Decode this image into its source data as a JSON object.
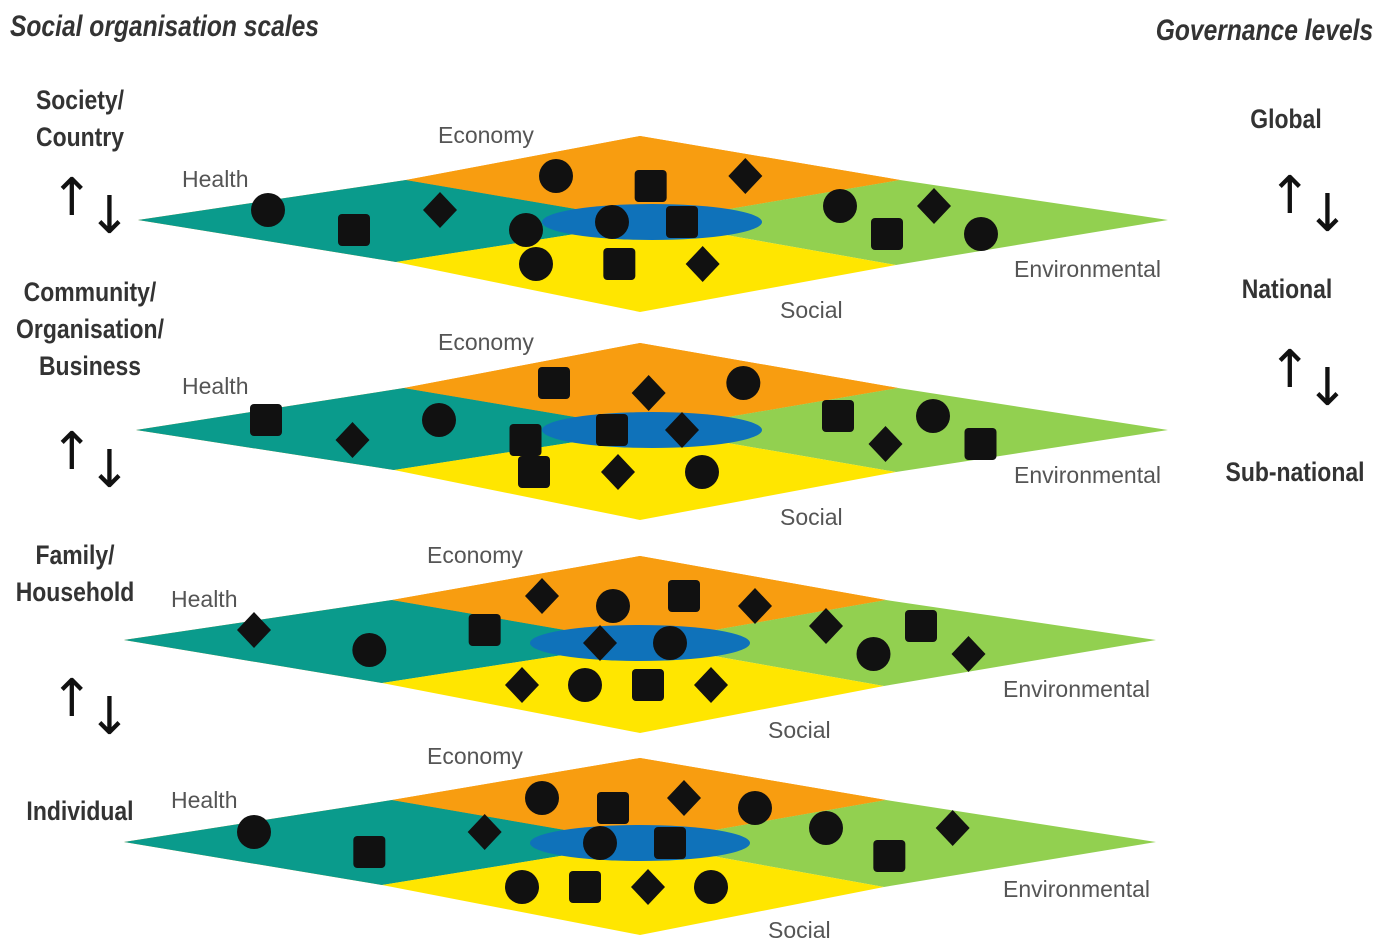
{
  "headings": {
    "left": "Social organisation scales",
    "right": "Governance levels"
  },
  "scales": {
    "society": [
      "Society/",
      "Country"
    ],
    "community": [
      "Community/",
      "Organisation/",
      "Business"
    ],
    "family": [
      "Family/",
      "Household"
    ],
    "individual": [
      "Individual"
    ]
  },
  "governance": {
    "global": "Global",
    "national": "National",
    "subnational": "Sub-national"
  },
  "sectors": {
    "economy": "Economy",
    "health": "Health",
    "environmental": "Environmental",
    "social": "Social"
  },
  "arrow_glyphs": {
    "up": "↑",
    "down": "↓"
  },
  "colors": {
    "health": "#0a9b8c",
    "economy": "#f89d10",
    "environmental": "#92d050",
    "social": "#ffe600",
    "centre": "#0f72ba",
    "icon": "#111111"
  },
  "layers": [
    {
      "name": "society",
      "icons": {
        "health": [
          "virus-shield-icon",
          "book-icon",
          "chart-icon",
          "medical-cross-icon"
        ],
        "economy": [
          "globe-icon",
          "network-cloud-icon",
          "radar-chart-icon"
        ],
        "centre": [
          "scales-of-justice-icon",
          "government-building-icon"
        ],
        "environmental": [
          "eco-plug-icon",
          "lab-plant-icon",
          "infinity-icon",
          "earth-icon"
        ],
        "social": [
          "dove-icon",
          "teacher-icon",
          "lightbulb-icon"
        ]
      }
    },
    {
      "name": "community",
      "icons": {
        "health": [
          "hospital-icon",
          "ambulance-icon",
          "masked-person-icon",
          "stethoscope-icon"
        ],
        "economy": [
          "group-chat-icon",
          "office-network-icon",
          "payment-hand-icon"
        ],
        "centre": [
          "megaphone-icon",
          "checkmark-icon"
        ],
        "environmental": [
          "tram-icon",
          "forest-icon",
          "electric-car-icon",
          "farm-icon"
        ],
        "social": [
          "molecule-network-icon",
          "elderly-person-icon",
          "idea-team-icon"
        ]
      }
    },
    {
      "name": "family",
      "icons": {
        "health": [
          "apple-icon",
          "canoe-icon",
          "guide-dog-icon"
        ],
        "economy": [
          "video-call-icon",
          "piggy-bank-icon",
          "life-vest-icon",
          "money-bag-icon"
        ],
        "centre": [
          "crowd-icon",
          "handshake-icon"
        ],
        "environmental": [
          "house-tree-icon",
          "sprout-soil-icon",
          "fertilizer-bag-icon",
          "solar-panel-icon"
        ],
        "social": [
          "home-heart-icon",
          "parent-child-icon",
          "photo-frames-icon",
          "connections-icon"
        ]
      }
    },
    {
      "name": "individual",
      "icons": {
        "health": [
          "dna-icon",
          "heart-exercise-icon",
          "thought-bubble-icon"
        ],
        "economy": [
          "path-icon",
          "graduation-cap-icon",
          "head-idea-icon",
          "inbox-download-icon"
        ],
        "centre": [
          "helping-hand-icon",
          "puzzle-icon"
        ],
        "environmental": [
          "recycle-bin-icon",
          "cyclist-icon",
          "plant-in-hand-icon"
        ],
        "social": [
          "head-puzzle-icon",
          "beach-ball-icon",
          "meditation-icon",
          "xylophone-icon"
        ]
      }
    }
  ]
}
